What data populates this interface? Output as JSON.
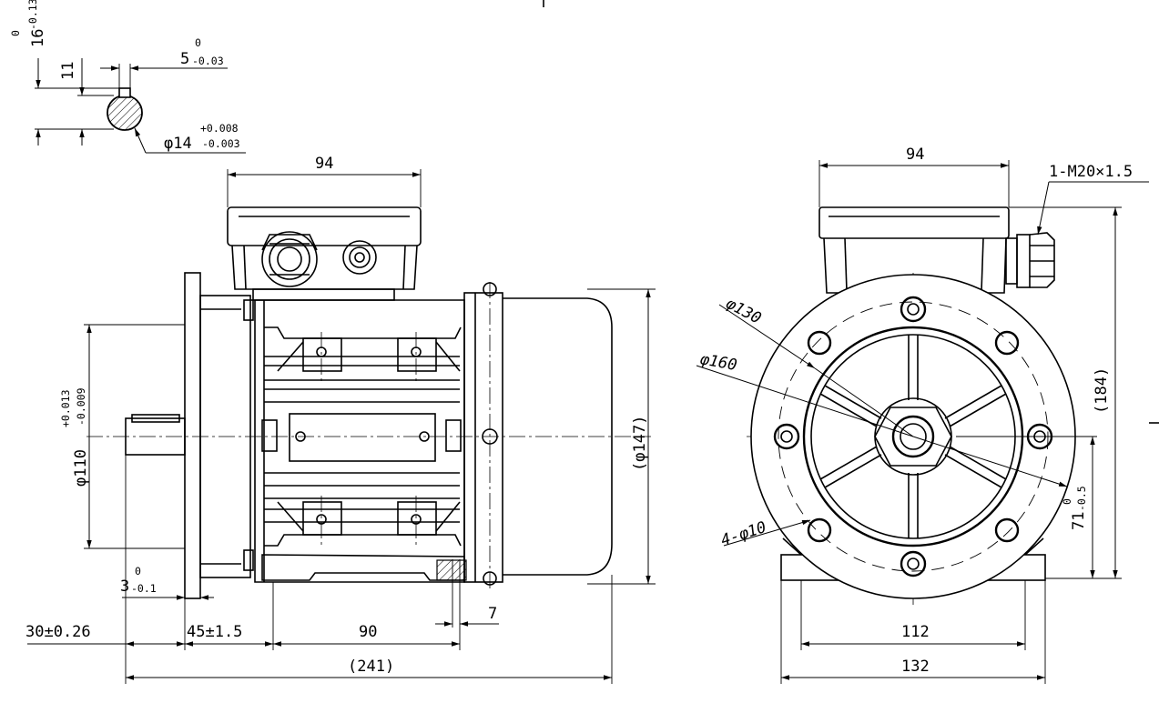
{
  "shaft_section": {
    "key_depth": "11",
    "shaft_height": "16",
    "shaft_height_tol_upper": "0",
    "shaft_height_tol_lower": "-0.13",
    "key_width": "5",
    "key_width_tol_upper": "0",
    "key_width_tol_lower": "-0.03",
    "shaft_dia": "φ14",
    "shaft_dia_tol_upper": "+0.008",
    "shaft_dia_tol_lower": "-0.003"
  },
  "side_view": {
    "terminal_box_width": "94",
    "spigot_dia": "φ110",
    "spigot_tol_upper": "+0.013",
    "spigot_tol_lower": "-0.009",
    "overall_dia": "(φ147)",
    "flange_thick": "3",
    "flange_thick_tol_upper": "0",
    "flange_thick_tol_lower": "-0.1",
    "foot_hole": "7",
    "shaft_length": "30±0.26",
    "shaft_shoulder": "45±1.5",
    "foot_spacing": "90",
    "overall_length": "(241)"
  },
  "end_view": {
    "terminal_box_width": "94",
    "cable_gland": "1-M20×1.5",
    "pcd_inner": "φ130",
    "pcd_outer": "φ160",
    "flange_holes": "4-φ10",
    "overall_height": "(184)",
    "centre_height": "71",
    "centre_height_tol_upper": "0",
    "centre_height_tol_lower": "-0.5",
    "foot_hole_spacing": "112",
    "foot_width": "132"
  }
}
